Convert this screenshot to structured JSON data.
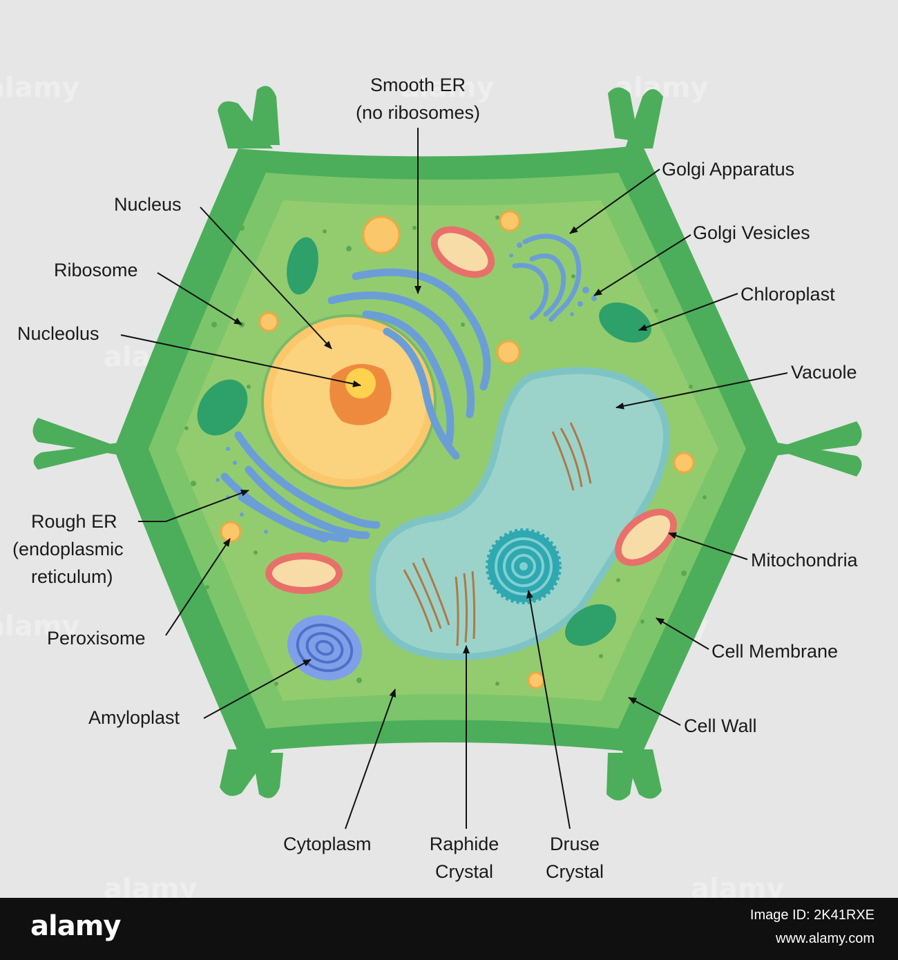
{
  "labels": {
    "smooth_er_1": "Smooth ER",
    "smooth_er_2": "(no ribosomes)",
    "golgi_apparatus": "Golgi Apparatus",
    "golgi_vesicles": "Golgi Vesicles",
    "chloroplast": "Chloroplast",
    "vacuole": "Vacuole",
    "nucleus": "Nucleus",
    "ribosome": "Ribosome",
    "nucleolus": "Nucleolus",
    "rough_er_1": "Rough ER",
    "rough_er_2": "(endoplasmic",
    "rough_er_3": "reticulum)",
    "peroxisome": "Peroxisome",
    "amyloplast": "Amyloplast",
    "mitochondria": "Mitochondria",
    "cell_membrane": "Cell Membrane",
    "cell_wall": "Cell Wall",
    "cytoplasm": "Cytoplasm",
    "raphide_1": "Raphide",
    "raphide_2": "Crystal",
    "druse_1": "Druse",
    "druse_2": "Crystal"
  },
  "watermark": "alamy",
  "footer": {
    "brand": "alamy",
    "image_id": "Image ID: 2K41RXE",
    "site": "www.alamy.com"
  },
  "colors": {
    "background": "#e6e6e6",
    "cell_wall": "#4cae5a",
    "membrane": "#7cc56a",
    "cytoplasm": "#93cc6e",
    "vacuole": "#9bd3cb",
    "nucleus": "#fbc76b",
    "er": "#6b9ed6",
    "mitochondria": "#e8706a",
    "chloroplast": "#2ea06a"
  }
}
